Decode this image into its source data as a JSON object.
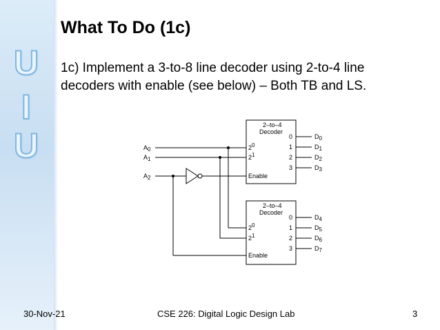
{
  "slide": {
    "title": "What To Do (1c)",
    "body": "1c) Implement a 3-to-8 line decoder using 2-to-4 line decoders with enable (see below) – Both TB and LS."
  },
  "logo": {
    "letters": [
      "U",
      "I",
      "U"
    ]
  },
  "diagram": {
    "decoder_top": {
      "title_line1": "2–to–4",
      "title_line2": "Decoder",
      "in0": "2",
      "in0_sup": "0",
      "in1": "2",
      "in1_sup": "1",
      "enable": "Enable",
      "outs": [
        "0",
        "1",
        "2",
        "3"
      ]
    },
    "decoder_bottom": {
      "title_line1": "2–to–4",
      "title_line2": "Decoder",
      "in0": "2",
      "in0_sup": "0",
      "in1": "2",
      "in1_sup": "1",
      "enable": "Enable",
      "outs": [
        "0",
        "1",
        "2",
        "3"
      ]
    },
    "inputs": [
      {
        "name": "A",
        "sub": "0"
      },
      {
        "name": "A",
        "sub": "1"
      },
      {
        "name": "A",
        "sub": "2"
      }
    ],
    "outputs": [
      {
        "name": "D",
        "sub": "0"
      },
      {
        "name": "D",
        "sub": "1"
      },
      {
        "name": "D",
        "sub": "2"
      },
      {
        "name": "D",
        "sub": "3"
      },
      {
        "name": "D",
        "sub": "4"
      },
      {
        "name": "D",
        "sub": "5"
      },
      {
        "name": "D",
        "sub": "6"
      },
      {
        "name": "D",
        "sub": "7"
      }
    ]
  },
  "footer": {
    "date": "30-Nov-21",
    "course": "CSE 226: Digital Logic Design Lab",
    "page": "3"
  }
}
